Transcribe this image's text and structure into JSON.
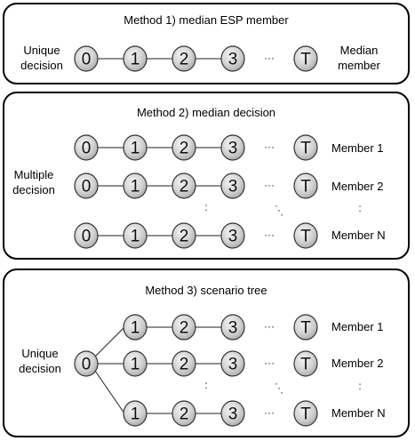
{
  "panels": [
    {
      "title": "Method 1) median ESP member",
      "left_label": "Unique\ndecision",
      "right_labels": [
        "Median\nmember"
      ]
    },
    {
      "title": "Method 2) median decision",
      "left_label": "Multiple\ndecision",
      "right_labels": [
        "Member 1",
        "Member 2",
        "Member N"
      ]
    },
    {
      "title": "Method 3) scenario tree",
      "left_label": "Unique\ndecision",
      "right_labels": [
        "Member 1",
        "Member 2",
        "Member N"
      ]
    }
  ],
  "node_labels": [
    "0",
    "1",
    "2",
    "3",
    "T"
  ],
  "ellipsis": "···"
}
